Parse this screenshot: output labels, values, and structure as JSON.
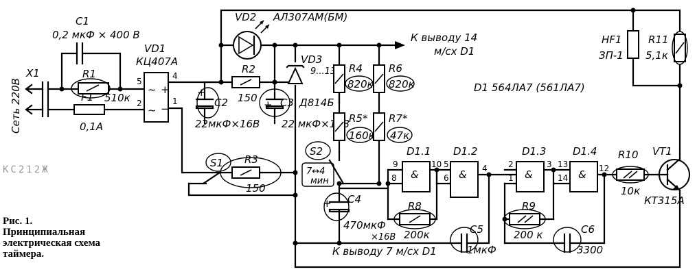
{
  "labels": {
    "x1": "X1",
    "mains": "Сеть 220В",
    "c1": "C1",
    "c1_val": "0,2 мкФ × 400 В",
    "r1": "R1",
    "r1_val": "510к",
    "f1": "F1",
    "f1_val": "0,1А",
    "vd1": "VD1",
    "vd1_type": "КЦ407А",
    "vd1_p5": "5",
    "vd1_p4": "4",
    "vd1_p2": "2",
    "vd1_p1": "1",
    "vd2": "VD2",
    "vd2_type": "АЛ307АМ(БМ)",
    "r2": "R2",
    "r2_val": "150",
    "c2": "C2",
    "c2_val": "22мкФ×16В",
    "c3": "C3",
    "c3_val": "22 мкФ×16В",
    "vd3": "VD3",
    "vd3_note": "9...13В",
    "vd3_type": "Д814Б",
    "to_pin14": "К выводу 14",
    "to_pin14b": "м/сх D1",
    "r4": "R4",
    "r4_val": "820к",
    "r6": "R6",
    "r6_val": "820к",
    "r5": "R5*",
    "r5_val": "160к",
    "r7": "R7*",
    "r7_val": "47к",
    "d1": "D1 564ЛА7 (561ЛА7)",
    "hf1": "HF1",
    "hf1_type": "ЗП-1",
    "r11": "R11",
    "r11_val": "5,1к",
    "s1": "S1",
    "r3": "R3",
    "r3_val": "150",
    "s2": "S2",
    "s2_val": "7↔4",
    "s2_unit": "мин",
    "c4": "C4",
    "c4_val": "470мкФ",
    "c4_volt": "×16В",
    "d11": "D1.1",
    "d12": "D1.2",
    "d13": "D1.3",
    "d14": "D1.4",
    "amp": "&",
    "p9": "9",
    "p10": "10",
    "p8": "8",
    "p5": "5",
    "p6": "6",
    "p4": "4",
    "p2": "2",
    "p3": "3",
    "p1": "1",
    "p13": "13",
    "p14": "14",
    "p12": "12",
    "r8": "R8",
    "r8_val": "200к",
    "r9": "R9",
    "r9_val": "200 к",
    "c5": "C5",
    "c5_val": "1мкФ",
    "c6": "C6",
    "c6_val": "3300",
    "r10": "R10",
    "r10_val": "10к",
    "vt1": "VT1",
    "vt1_type": "КТ315А",
    "to_pin7": "К выводу 7 м/сх D1",
    "stamp": "КС212Ж"
  },
  "caption": {
    "line1": "Рис. 1.",
    "line2": "Принципиальная",
    "line3": "электрическая схема",
    "line4": "таймера."
  }
}
